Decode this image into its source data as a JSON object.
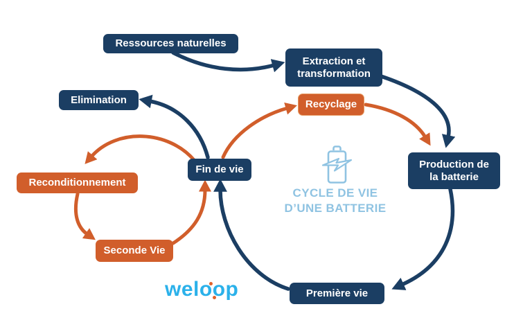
{
  "diagram": {
    "title_line1": "CYCLE DE VIE",
    "title_line2": "D’UNE BATTERIE",
    "nodes": {
      "ressources": "Ressources naturelles",
      "extraction": "Extraction et transformation",
      "recyclage": "Recyclage",
      "elimination": "Elimination",
      "fin_de_vie": "Fin de vie",
      "reconditionnement": "Reconditionnement",
      "seconde_vie": "Seconde Vie",
      "production": "Production de la batterie",
      "premiere_vie": "Première vie"
    },
    "icons": {
      "battery": "battery-with-lightning-bolt-icon"
    },
    "colors": {
      "navy": "#1B3E63",
      "orange": "#D15E2B",
      "light_blue": "#8FC3E2",
      "logo_blue": "#2BB1EA",
      "logo_dot_orange": "#E2622B",
      "background": "#FFFFFF"
    }
  },
  "logo": {
    "part1": "wel",
    "o1": "o",
    "o2": "o",
    "part2": "p"
  }
}
